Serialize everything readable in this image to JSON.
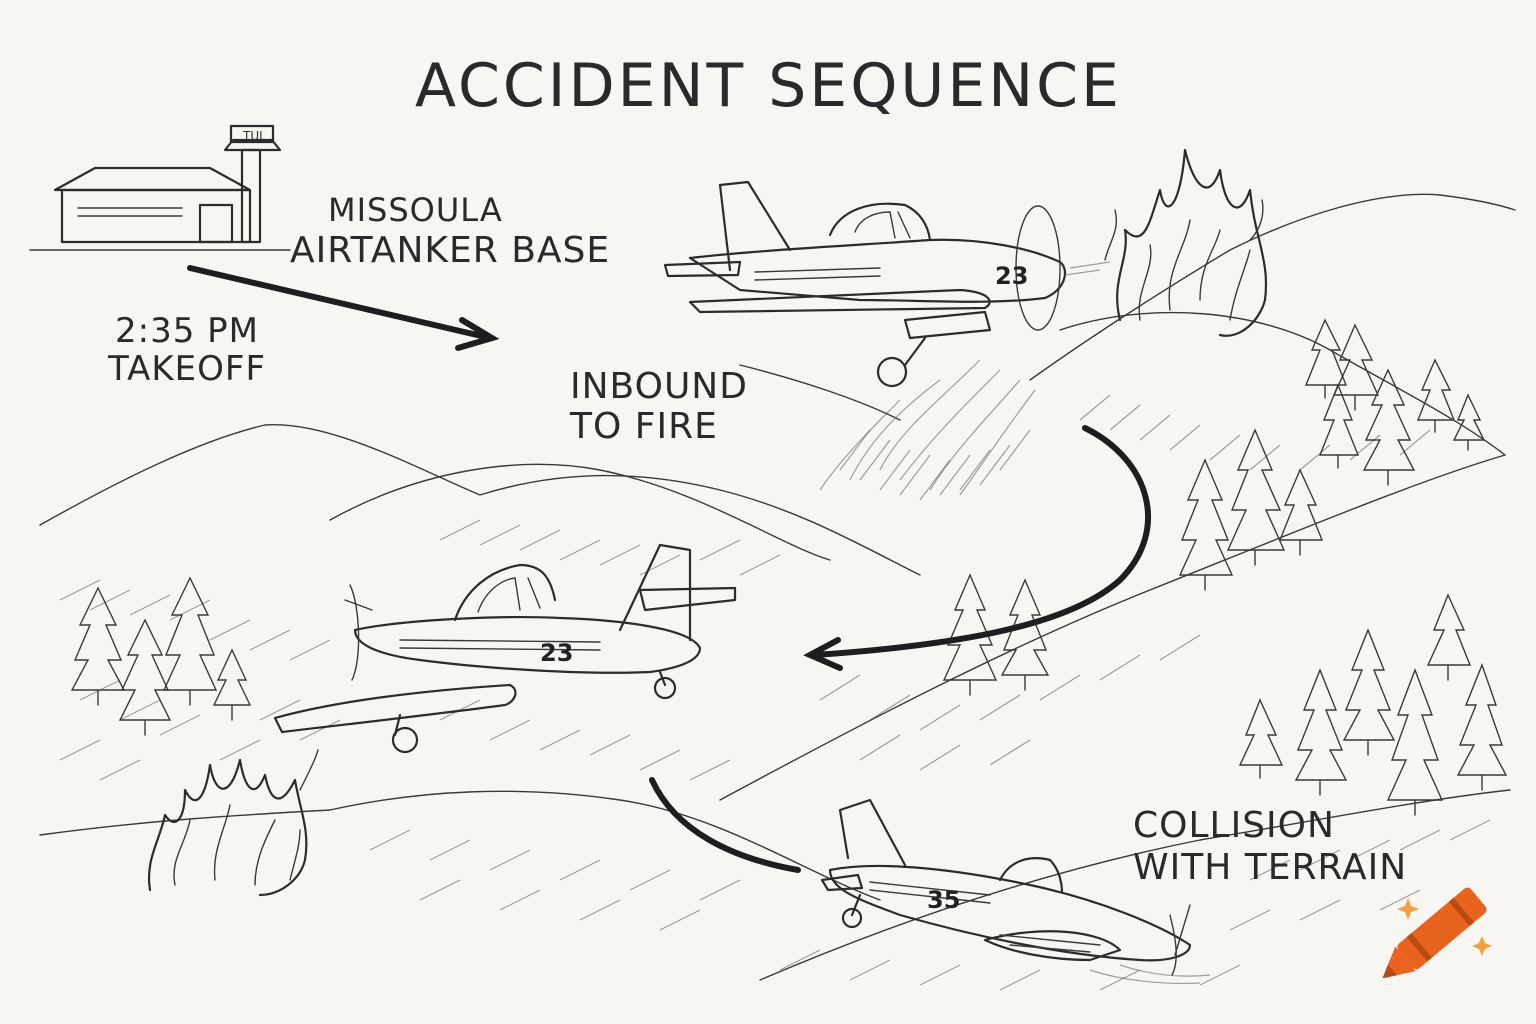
{
  "title": "ACCIDENT SEQUENCE",
  "labels": {
    "base_line1": "MISSOULA",
    "base_line2": "AIRTANKER BASE",
    "takeoff_line1": "2:35 PM",
    "takeoff_line2": "TAKEOFF",
    "inbound_line1": "INBOUND",
    "inbound_line2": "TO FIRE",
    "collision_line1": "COLLISION",
    "collision_line2": "WITH TERRAIN"
  },
  "aircraft_numbers": {
    "inbound_plane": "23",
    "turning_plane": "23",
    "crashed_plane": "35"
  },
  "tower_sign": "TUI",
  "icons": [
    "hangar-building-icon",
    "control-tower-icon",
    "airplane-icon",
    "fire-icon",
    "pine-tree-icon",
    "crayon-logo-icon",
    "sparkle-icon"
  ],
  "colors": {
    "paper": "#f7f6f3",
    "ink": "#2c2c2c",
    "crayon_orange": "#e8641e",
    "sparkle_orange": "#f0a040"
  }
}
